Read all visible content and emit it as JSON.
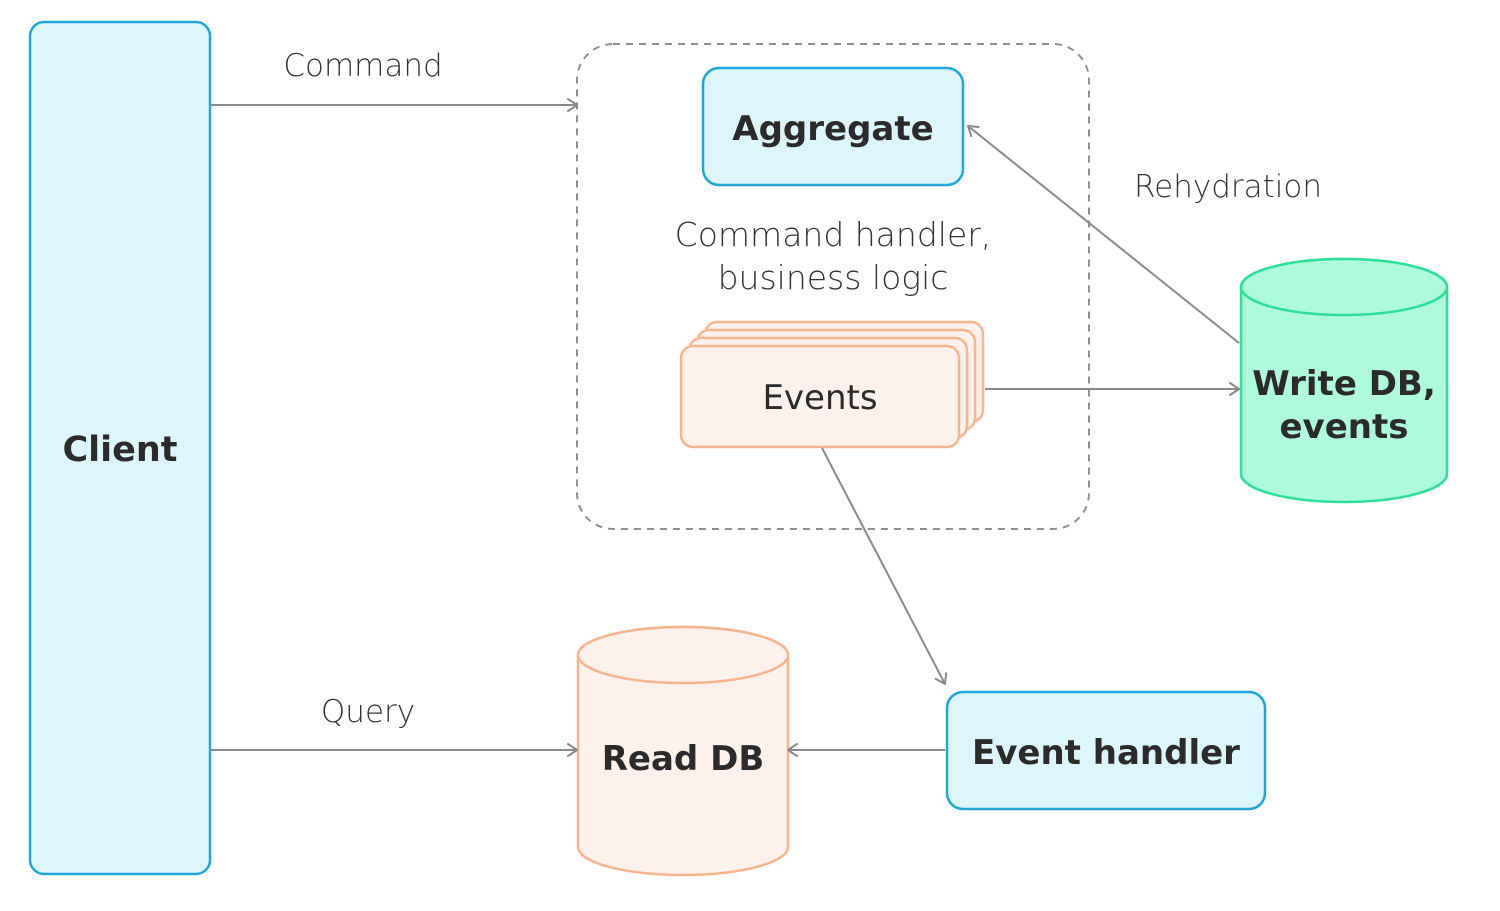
{
  "colors": {
    "blue_fill": "#dcf6fc",
    "blue_stroke": "#1fa7d6",
    "orange_fill": "#fdf1ec",
    "orange_stroke": "#f7b58e",
    "green_fill": "#adfadc",
    "green_stroke": "#2ddf98",
    "arrow": "#8a8a8a",
    "dashed_group": "#8f8f8f"
  },
  "nodes": {
    "client": {
      "label": "Client"
    },
    "aggregate": {
      "label": "Aggregate"
    },
    "command_handler": {
      "line1": "Command handler,",
      "line2": "business logic"
    },
    "events": {
      "label": "Events"
    },
    "write_db": {
      "line1": "Write DB,",
      "line2": "events"
    },
    "read_db": {
      "label": "Read DB"
    },
    "event_handler": {
      "label": "Event handler"
    }
  },
  "edges": {
    "command": {
      "label": "Command"
    },
    "query": {
      "label": "Query"
    },
    "rehydration": {
      "label": "Rehydration"
    }
  }
}
